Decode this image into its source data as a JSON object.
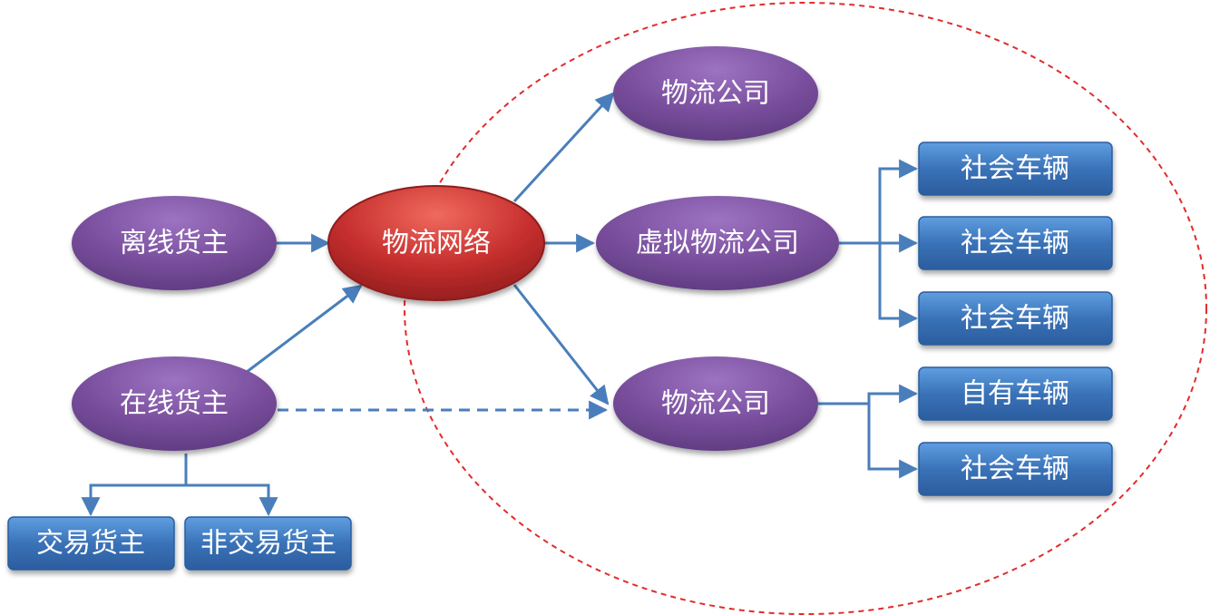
{
  "diagram": {
    "nodes": {
      "offline_shipper": "离线货主",
      "online_shipper": "在线货主",
      "logistics_network": "物流网络",
      "logistics_company_top": "物流公司",
      "virtual_logistics_company": "虚拟物流公司",
      "logistics_company_bottom": "物流公司",
      "trade_shipper": "交易货主",
      "non_trade_shipper": "非交易货主",
      "social_vehicle_1": "社会车辆",
      "social_vehicle_2": "社会车辆",
      "social_vehicle_3": "社会车辆",
      "own_vehicle": "自有车辆",
      "social_vehicle_4": "社会车辆"
    },
    "colors": {
      "ellipse_purple": "#7a4f9e",
      "ellipse_red": "#c62f2e",
      "box_blue": "#3a72b8",
      "arrow_blue": "#4a7ebb",
      "boundary_red": "#e32b2b"
    },
    "dashed_boundary": true
  }
}
